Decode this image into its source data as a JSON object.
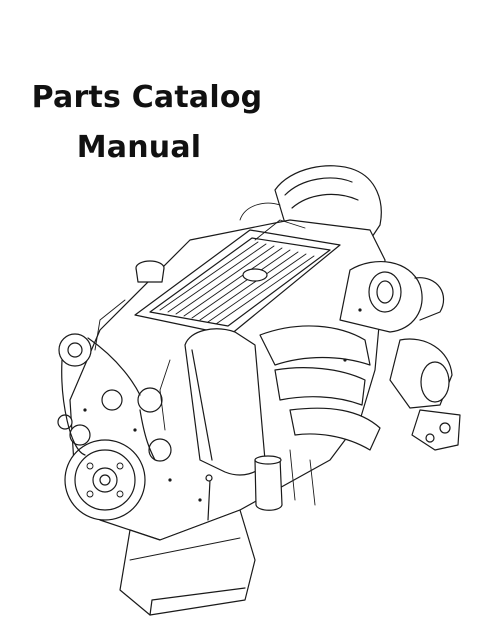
{
  "title": {
    "line1": "Parts Catalog",
    "line2": "Manual"
  },
  "illustration": {
    "icon": "engine-line-drawing",
    "stroke_color": "#1a1a1a",
    "fill_color": "#ffffff"
  }
}
